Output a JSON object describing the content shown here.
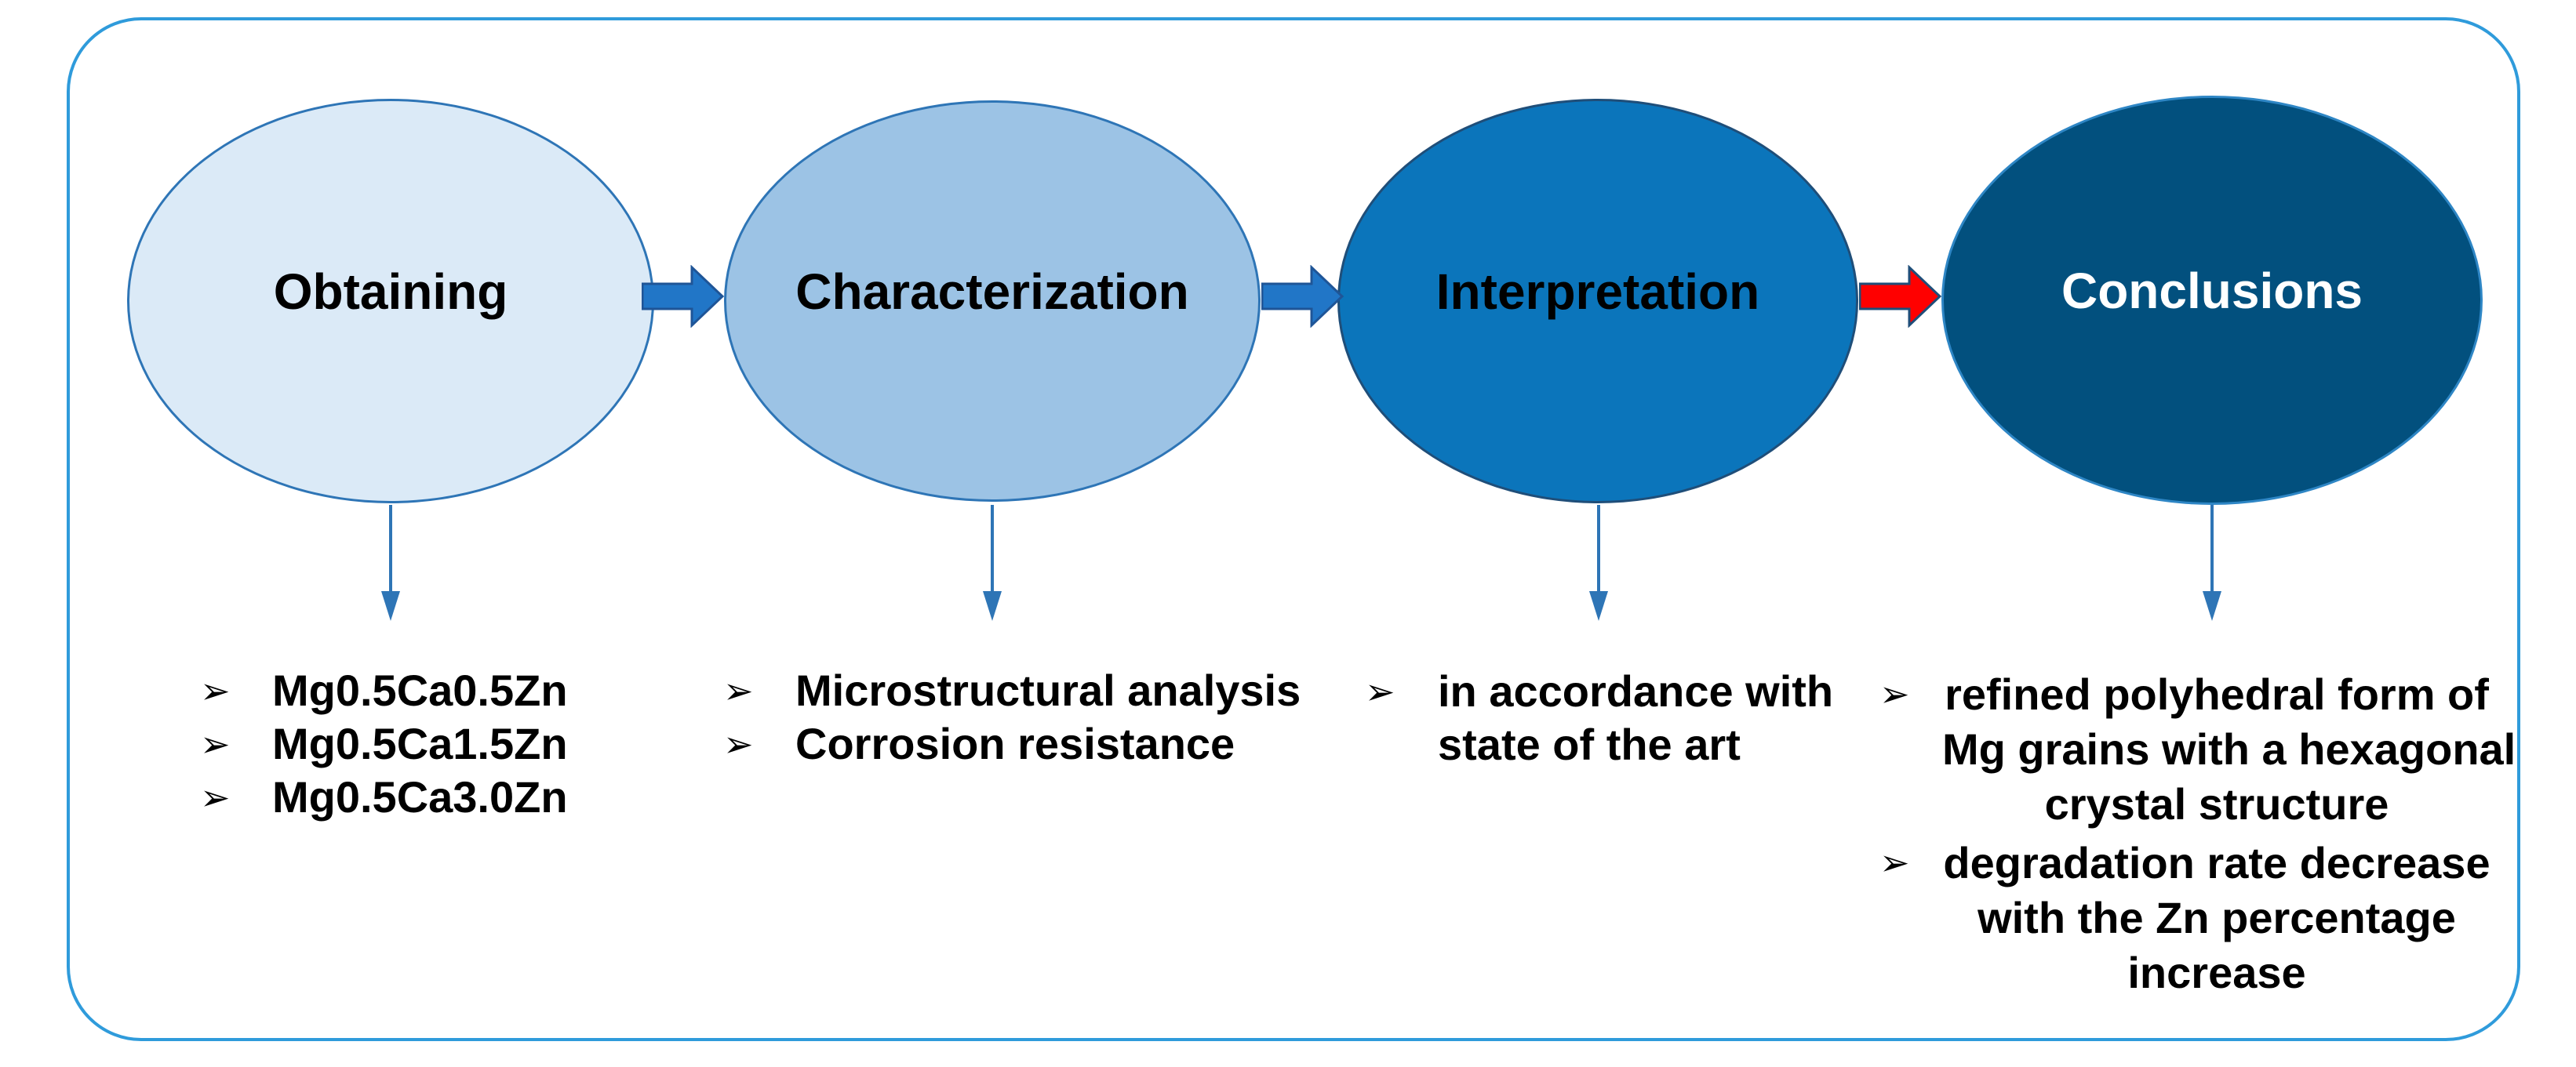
{
  "frame": {
    "border_color": "#2f9bdb"
  },
  "bullet_glyph": "➢",
  "down_arrow": {
    "color": "#2e75b6"
  },
  "stages": [
    {
      "id": "obtaining",
      "label": "Obtaining",
      "fill": "#dbeaf7",
      "border": "#2e75b6",
      "text_color": "#000000",
      "items": [
        "Mg0.5Ca0.5Zn",
        "Mg0.5Ca1.5Zn",
        "Mg0.5Ca3.0Zn"
      ]
    },
    {
      "id": "characterization",
      "label": "Characterization",
      "fill": "#9cc3e5",
      "border": "#2e75b6",
      "text_color": "#000000",
      "items": [
        "Microstructural analysis",
        "Corrosion resistance"
      ]
    },
    {
      "id": "interpretation",
      "label": "Interpretation",
      "fill": "#0b75bb",
      "border": "#1f4e79",
      "text_color": "#000000",
      "items_lines": [
        {
          "lines": [
            "in accordance with",
            "state of the art"
          ]
        }
      ]
    },
    {
      "id": "conclusions",
      "label": "Conclusions",
      "fill": "#02507e",
      "border": "#2e86c5",
      "text_color": "#ffffff",
      "items_lines": [
        {
          "lines": [
            "refined polyhedral form of",
            "Mg grains with a hexagonal",
            "crystal structure"
          ]
        },
        {
          "lines": [
            "degradation rate decrease",
            "with the Zn percentage",
            "increase"
          ]
        }
      ]
    }
  ],
  "connectors": [
    {
      "from": "obtaining",
      "to": "characterization",
      "color": "#2176c7",
      "outline": "#1f5597"
    },
    {
      "from": "characterization",
      "to": "interpretation",
      "color": "#2176c7",
      "outline": "#1f5597"
    },
    {
      "from": "interpretation",
      "to": "conclusions",
      "color": "#ff0000",
      "outline": "#1f4e79"
    }
  ]
}
